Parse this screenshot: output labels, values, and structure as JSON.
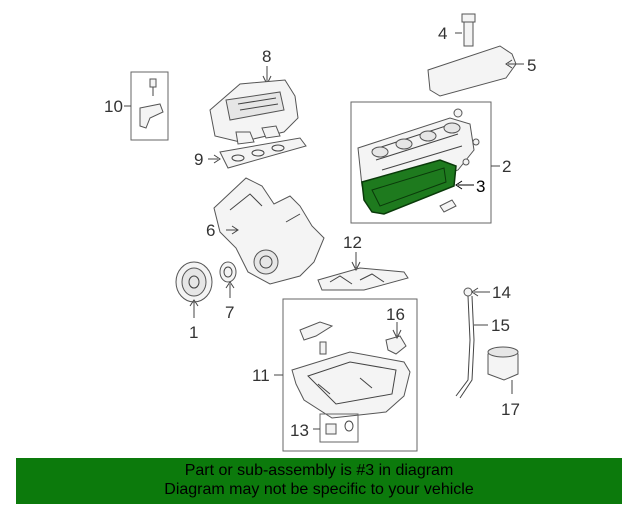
{
  "callouts": {
    "c1": "1",
    "c2": "2",
    "c3": "3",
    "c4": "4",
    "c5": "5",
    "c6": "6",
    "c7": "7",
    "c8": "8",
    "c9": "9",
    "c10": "10",
    "c11": "11",
    "c12": "12",
    "c13": "13",
    "c14": "14",
    "c15": "15",
    "c16": "16",
    "c17": "17"
  },
  "highlight_color": "#1e7a1e",
  "banner": {
    "line1": "Part or sub-assembly is #3 in diagram",
    "line2": "Diagram may not be specific to your vehicle",
    "color": "#0c7a0c"
  }
}
